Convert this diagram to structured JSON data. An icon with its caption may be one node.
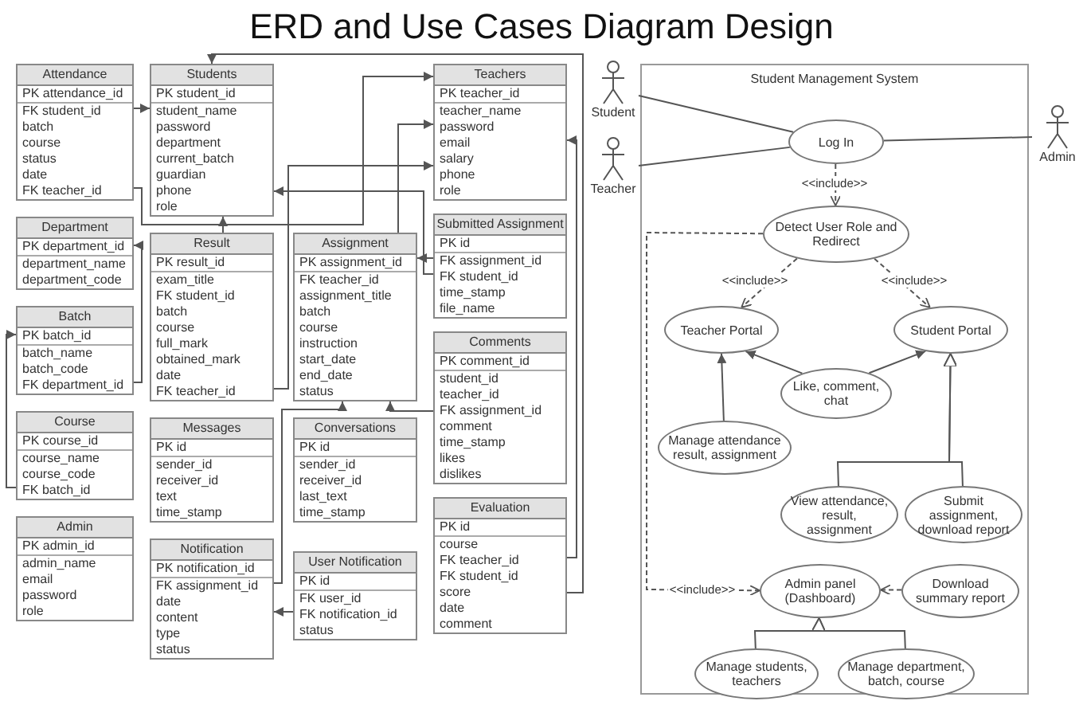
{
  "diagram": {
    "title": "ERD and Use Cases Diagram Design",
    "nodes": [
      {
        "text": [
          "Attendance",
          "PK attendance_id",
          "FK student_id",
          "batch",
          "course",
          "status",
          "date",
          "FK teacher_id"
        ]
      },
      {
        "text": [
          "Students",
          "PK student_id",
          "student_name",
          "password",
          "department",
          "current_batch",
          "guardian",
          "phone",
          "role"
        ]
      },
      {
        "text": [
          "Teachers",
          "PK teacher_id",
          "teacher_name",
          "password",
          "email",
          "salary",
          "phone",
          "role"
        ]
      },
      {
        "text": [
          "Department",
          "PK department_id",
          "department_name",
          "department_code"
        ]
      },
      {
        "text": [
          "Result",
          "PK result_id",
          "exam_title",
          "FK student_id",
          "batch",
          "course",
          "full_mark",
          "obtained_mark",
          "date",
          "FK teacher_id"
        ]
      },
      {
        "text": [
          "Assignment",
          "PK assignment_id",
          "FK teacher_id",
          "assignment_title",
          "batch",
          "course",
          "instruction",
          "start_date",
          "end_date",
          "status"
        ]
      },
      {
        "text": [
          "Submitted Assignment",
          "PK id",
          "FK assignment_id",
          "FK student_id",
          "time_stamp",
          "file_name"
        ]
      },
      {
        "text": [
          "Batch",
          "PK batch_id",
          "batch_name",
          "batch_code",
          "FK department_id"
        ]
      },
      {
        "text": [
          "Comments",
          "PK comment_id",
          "student_id",
          "teacher_id",
          "FK assignment_id",
          "comment",
          "time_stamp",
          "likes",
          "dislikes"
        ]
      },
      {
        "text": [
          "Course",
          "PK course_id",
          "course_name",
          "course_code",
          "FK batch_id"
        ]
      },
      {
        "text": [
          "Messages",
          "PK id",
          "sender_id",
          "receiver_id",
          "text",
          "time_stamp"
        ]
      },
      {
        "text": [
          "Conversations",
          "PK id",
          "sender_id",
          "receiver_id",
          "last_text",
          "time_stamp"
        ]
      },
      {
        "text": [
          "Admin",
          "PK admin_id",
          "admin_name",
          "email",
          "password",
          "role"
        ]
      },
      {
        "text": [
          "Notification",
          "PK notification_id",
          "FK assignment_id",
          "date",
          "content",
          "type",
          "status"
        ]
      },
      {
        "text": [
          "User Notification",
          "PK id",
          "FK user_id",
          "FK notification_id",
          "status"
        ]
      },
      {
        "text": [
          "Evaluation",
          "PK id",
          "course",
          "FK teacher_id",
          "FK student_id",
          "score",
          "date",
          "comment"
        ]
      },
      {
        "text": [
          "Student"
        ]
      },
      {
        "text": [
          "Student Management System"
        ]
      },
      {
        "text": [
          "Teacher"
        ]
      },
      {
        "text": [
          "Admin"
        ]
      },
      {
        "text": [
          "Log In"
        ],
        "in": 17
      },
      {
        "text": [
          "Detect User Role and Redirect"
        ],
        "in": 17
      },
      {
        "text": [
          "Teacher Portal"
        ],
        "in": 17
      },
      {
        "text": [
          "Student Portal"
        ],
        "in": 17
      },
      {
        "text": [
          "Like, comment, chat"
        ],
        "in": 17
      },
      {
        "text": [
          "Manage attendance result, assignment"
        ],
        "in": 17
      },
      {
        "text": [
          "View attendance, result, assignment"
        ],
        "in": 17
      },
      {
        "text": [
          "Submit assignment, download report"
        ],
        "in": 17
      },
      {
        "text": [
          "Admin panel (Dashboard)"
        ],
        "in": 17
      },
      {
        "text": [
          "Download summary report"
        ],
        "in": 17
      },
      {
        "text": [
          "Manage students, teachers"
        ],
        "in": 17
      },
      {
        "text": [
          "Manage department, batch, course"
        ],
        "in": 17
      }
    ],
    "edges": [
      {
        "from": 0,
        "to": 1,
        "arrow": "to"
      },
      {
        "from": 0,
        "to": 2,
        "arrow": "to"
      },
      {
        "from": 4,
        "to": 1,
        "arrow": "to"
      },
      {
        "from": 4,
        "to": 2,
        "arrow": "to"
      },
      {
        "from": 7,
        "to": 3,
        "arrow": "to"
      },
      {
        "from": 9,
        "to": 7,
        "arrow": "to"
      },
      {
        "from": 5,
        "to": 2,
        "arrow": "to"
      },
      {
        "from": 6,
        "to": 5,
        "arrow": "to"
      },
      {
        "from": 6,
        "to": 1,
        "arrow": "to"
      },
      {
        "from": 8,
        "to": 5,
        "arrow": "to"
      },
      {
        "from": 15,
        "to": 2,
        "arrow": "to"
      },
      {
        "from": 15,
        "to": 1,
        "arrow": "to"
      },
      {
        "from": 13,
        "to": 5,
        "arrow": "to"
      },
      {
        "from": 14,
        "to": 13,
        "arrow": "to"
      },
      {
        "from": 16,
        "to": 20,
        "arrow": "none"
      },
      {
        "from": 18,
        "to": 20,
        "arrow": "none"
      },
      {
        "from": 19,
        "to": 20,
        "arrow": "none"
      },
      {
        "from": 20,
        "to": 21,
        "arrow": "to",
        "style": "dashed",
        "label": "<<include>>"
      },
      {
        "from": 21,
        "to": 22,
        "arrow": "to",
        "style": "dashed",
        "label": "<<include>>"
      },
      {
        "from": 21,
        "to": 23,
        "arrow": "to",
        "style": "dashed",
        "label": "<<include>>"
      },
      {
        "from": 21,
        "to": 28,
        "arrow": "to",
        "style": "dashed",
        "label": "<<include>>"
      },
      {
        "from": 24,
        "to": 22,
        "arrow": "to"
      },
      {
        "from": 24,
        "to": 23,
        "arrow": "to"
      },
      {
        "from": 25,
        "to": 22,
        "arrow": "to"
      },
      {
        "from": 26,
        "to": 23,
        "arrow": "to"
      },
      {
        "from": 27,
        "to": 23,
        "arrow": "to"
      },
      {
        "from": 29,
        "to": 28,
        "arrow": "to",
        "style": "dashed"
      },
      {
        "from": 30,
        "to": 28,
        "arrow": "to"
      },
      {
        "from": 31,
        "to": 28,
        "arrow": "to"
      }
    ]
  }
}
